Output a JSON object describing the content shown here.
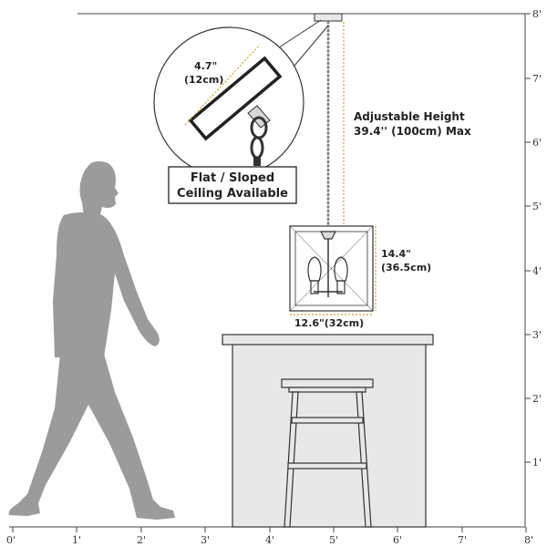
{
  "ruler": {
    "x_ticks": [
      "0'",
      "1'",
      "2'",
      "3'",
      "4'",
      "5'",
      "6'",
      "7'",
      "8'"
    ],
    "y_ticks": [
      "8'",
      "7'",
      "6'",
      "5'",
      "4'",
      "3'",
      "2'",
      "1'"
    ]
  },
  "inset": {
    "dimension_value": "4.7\"",
    "dimension_metric": "(12cm)"
  },
  "callout": {
    "line1": "Flat / Sloped",
    "line2": "Ceiling Available"
  },
  "adjustable": {
    "line1": "Adjustable Height",
    "line2": "39.4'' (100cm) Max"
  },
  "height_dim": {
    "value": "14.4\"",
    "metric": "(36.5cm)"
  },
  "width_dim": {
    "text": "12.6\"(32cm)"
  },
  "colors": {
    "figure": "#9b9b9b",
    "island": "#e8e8e8",
    "outline": "#222222",
    "dimension": "#d4a21a"
  }
}
